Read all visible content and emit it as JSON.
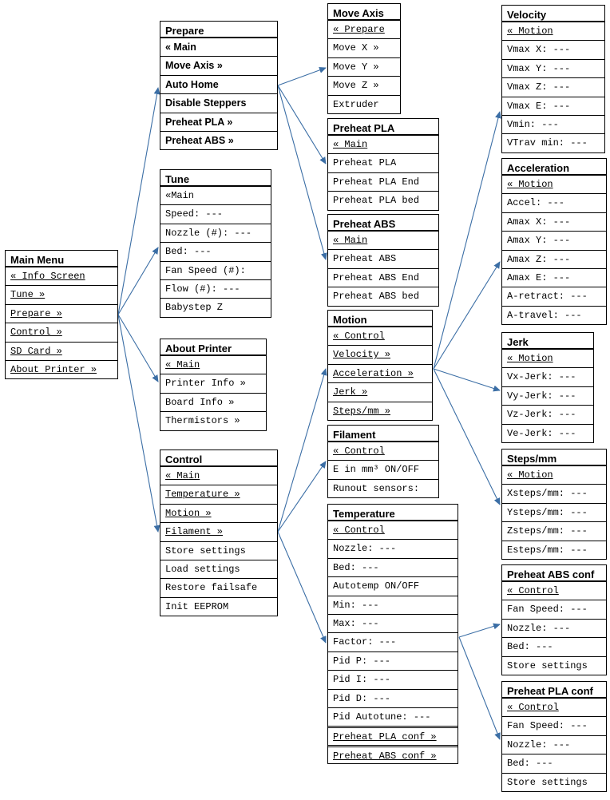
{
  "menus": {
    "main": {
      "title": "Main Menu",
      "items": [
        "« Info Screen",
        "Tune »",
        "Prepare »",
        "Control »",
        "SD Card »",
        "About Printer »"
      ]
    },
    "prepare": {
      "title": "Prepare",
      "items": [
        "« Main",
        "Move Axis »",
        "Auto Home",
        "Disable Steppers",
        "Preheat PLA »",
        "Preheat ABS »"
      ]
    },
    "tune": {
      "title": "Tune",
      "items": [
        "«Main",
        "Speed: ---",
        "Nozzle (#): ---",
        "Bed: ---",
        "Fan Speed (#):",
        "Flow (#): ---",
        "Babystep Z"
      ]
    },
    "about": {
      "title": "About Printer",
      "items": [
        "« Main",
        "Printer Info »",
        "Board Info »",
        "Thermistors »"
      ]
    },
    "control": {
      "title": "Control",
      "items": [
        "« Main",
        "Temperature »",
        "Motion »",
        "Filament »",
        "Store settings",
        "Load settings",
        "Restore failsafe",
        "Init EEPROM"
      ]
    },
    "move_axis": {
      "title": "Move Axis",
      "items": [
        "« Prepare",
        "Move X »",
        "Move Y »",
        "Move Z »",
        "Extruder"
      ]
    },
    "preheat_pla": {
      "title": "Preheat PLA",
      "items": [
        "« Main",
        "Preheat PLA",
        "Preheat PLA End",
        "Preheat PLA bed"
      ]
    },
    "preheat_abs": {
      "title": "Preheat ABS",
      "items": [
        "« Main",
        "Preheat ABS",
        "Preheat ABS End",
        "Preheat ABS bed"
      ]
    },
    "motion": {
      "title": "Motion",
      "items": [
        "« Control",
        "Velocity »",
        "Acceleration »",
        "Jerk »",
        "Steps/mm »"
      ]
    },
    "filament": {
      "title": "Filament",
      "items": [
        "« Control",
        "E in mm³ ON/OFF",
        "Runout sensors:"
      ]
    },
    "temperature": {
      "title": "Temperature",
      "items": [
        "« Control",
        "Nozzle: ---",
        "Bed: ---",
        "Autotemp ON/OFF",
        "Min: ---",
        "Max: ---",
        "Factor: ---",
        "Pid P: ---",
        "Pid I: ---",
        "Pid D: ---",
        "Pid Autotune: ---",
        "Preheat PLA conf »",
        "Preheat ABS conf »"
      ]
    },
    "velocity": {
      "title": "Velocity",
      "items": [
        "« Motion",
        "Vmax X: ---",
        "Vmax Y: ---",
        "Vmax Z: ---",
        "Vmax E: ---",
        "Vmin: ---",
        "VTrav min: ---"
      ]
    },
    "acceleration": {
      "title": "Acceleration",
      "items": [
        "« Motion",
        "Accel: ---",
        "Amax X: ---",
        "Amax Y: ---",
        "Amax Z: ---",
        "Amax E: ---",
        "A-retract: ---",
        "A-travel: ---"
      ]
    },
    "jerk": {
      "title": "Jerk",
      "items": [
        "« Motion",
        "Vx-Jerk: ---",
        "Vy-Jerk: ---",
        "Vz-Jerk: ---",
        "Ve-Jerk: ---"
      ]
    },
    "steps": {
      "title": "Steps/mm",
      "items": [
        "« Motion",
        "Xsteps/mm: ---",
        "Ysteps/mm: ---",
        "Zsteps/mm: ---",
        "Esteps/mm: ---"
      ]
    },
    "preheat_abs_conf": {
      "title": "Preheat ABS conf",
      "items": [
        "« Control",
        "Fan Speed: ---",
        "Nozzle: ---",
        "Bed: ---",
        "Store settings"
      ]
    },
    "preheat_pla_conf": {
      "title": "Preheat PLA conf",
      "items": [
        "« Control",
        "Fan Speed: ---",
        "Nozzle: ---",
        "Bed: ---",
        "Store settings"
      ]
    }
  },
  "arrow_color": "#3b6ea5"
}
